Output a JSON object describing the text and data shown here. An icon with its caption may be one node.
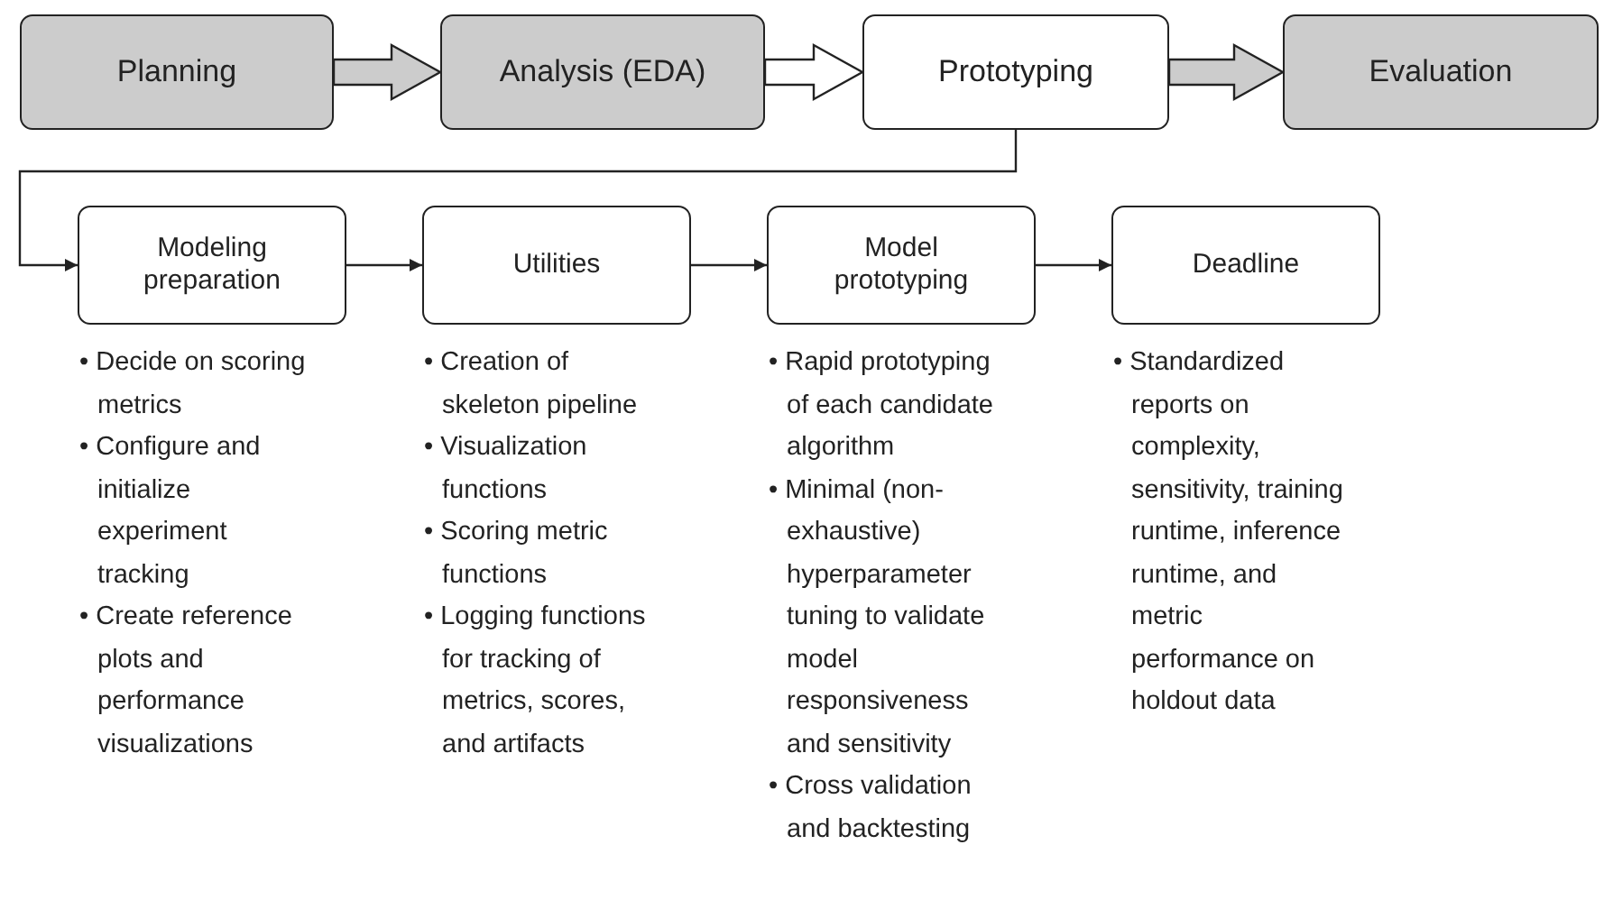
{
  "diagram": {
    "nodes": [
      {
        "text": [
          "Planning"
        ]
      },
      {
        "text": [
          "Analysis (EDA)"
        ]
      },
      {
        "text": [
          "Prototyping"
        ]
      },
      {
        "text": [
          "Evaluation"
        ]
      },
      {
        "text": [
          "Modeling preparation"
        ],
        "beside": [
          "• Decide on scoring metrics",
          "• Configure and initialize experiment tracking",
          "• Create reference plots and performance visualizations"
        ]
      },
      {
        "text": [
          "Utilities"
        ],
        "beside": [
          "• Creation of skeleton pipeline",
          "• Visualization functions",
          "• Scoring metric functions",
          "• Logging functions for tracking of metrics, scores, and artifacts"
        ]
      },
      {
        "text": [
          "Model prototyping"
        ],
        "beside": [
          "• Rapid prototyping of each candidate algorithm",
          "• Minimal (non-exhaustive) hyperparameter tuning to validate model responsiveness and sensitivity",
          "• Cross validation and backtesting"
        ]
      },
      {
        "text": [
          "Deadline"
        ],
        "beside": [
          "• Standardized reports on complexity, sensitivity, training runtime, inference runtime, and metric performance on holdout data"
        ]
      }
    ],
    "edges": [
      {
        "from": 0,
        "to": 1,
        "arrow": "to",
        "style": "thick",
        "color": "#cccccc"
      },
      {
        "from": 1,
        "to": 2,
        "arrow": "to",
        "style": "thick",
        "color": "#ffffff"
      },
      {
        "from": 2,
        "to": 3,
        "arrow": "to",
        "style": "thick",
        "color": "#cccccc"
      },
      {
        "from": 2,
        "to": 4,
        "arrow": "to"
      },
      {
        "from": 4,
        "to": 5,
        "arrow": "to"
      },
      {
        "from": 5,
        "to": 6,
        "arrow": "to"
      },
      {
        "from": 6,
        "to": 7,
        "arrow": "to"
      }
    ]
  }
}
